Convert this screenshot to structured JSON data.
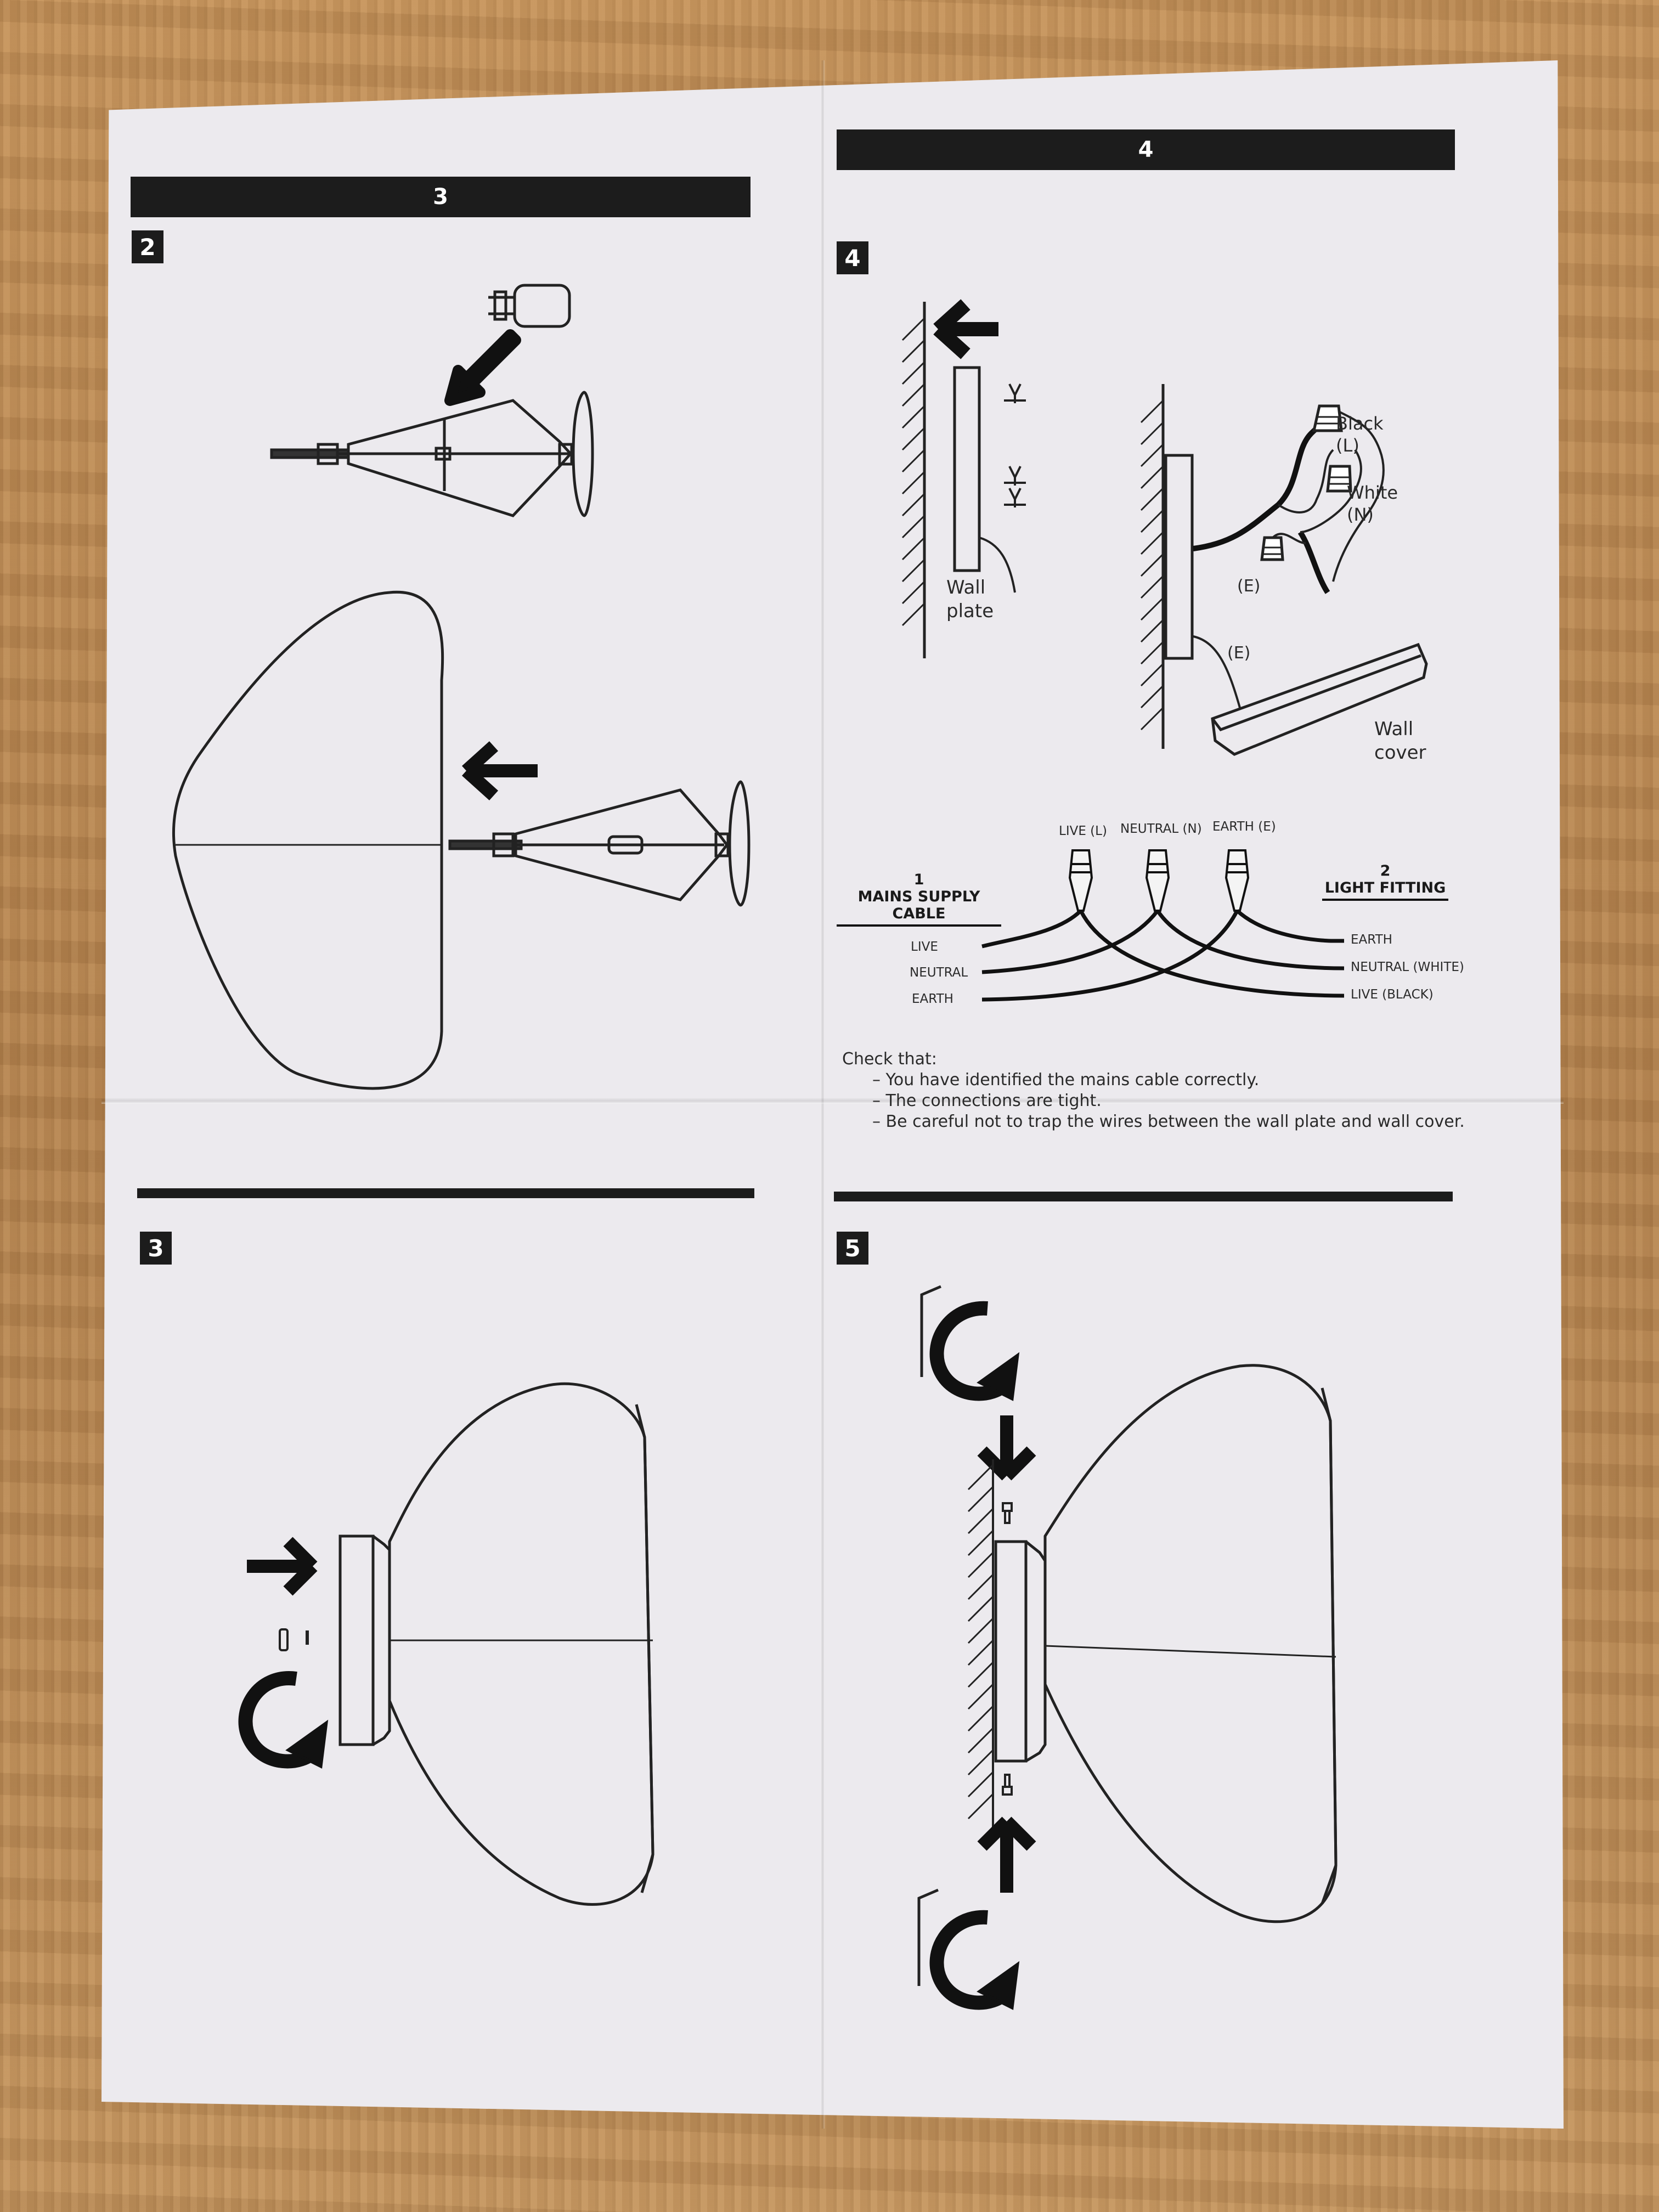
{
  "pages": {
    "left_number": "3",
    "right_number": "4"
  },
  "steps": {
    "step2": "2",
    "step3": "3",
    "step4": "4",
    "step5": "5"
  },
  "step4_labels": {
    "wall_plate_line1": "Wall",
    "wall_plate_line2": "plate",
    "black_line1": "Black",
    "black_line2": "(L)",
    "white_line1": "White",
    "white_line2": "(N)",
    "earth_upper": "(E)",
    "earth_lower": "(E)",
    "wall_cover_line1": "Wall",
    "wall_cover_line2": "cover"
  },
  "wiring_diagram": {
    "source_number": "1",
    "source_title": "MAINS SUPPLY CABLE",
    "target_number": "2",
    "target_title": "LIGHT FITTING",
    "connector_labels": [
      "LIVE (L)",
      "NEUTRAL (N)",
      "EARTH (E)"
    ],
    "left_wires": [
      "LIVE",
      "NEUTRAL",
      "EARTH"
    ],
    "right_wires": [
      "EARTH",
      "NEUTRAL (WHITE)",
      "LIVE (BLACK)"
    ]
  },
  "checklist": {
    "intro": "Check that:",
    "items": [
      "– You have identified the mains cable correctly.",
      "– The connections are tight.",
      "– Be careful not to trap the wires between the wall plate and wall cover."
    ]
  }
}
